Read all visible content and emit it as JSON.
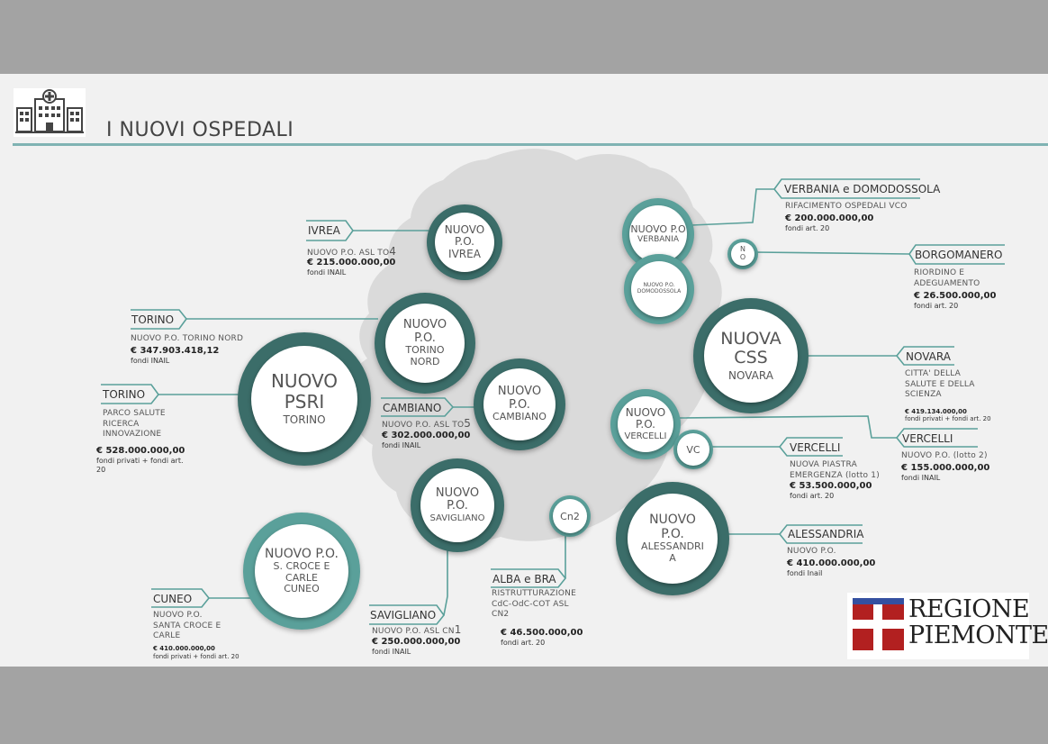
{
  "title": "I NUOVI OSPEDALI",
  "colors": {
    "teal_dark": "#3b6d69",
    "teal_light": "#5aa09a",
    "line": "#5aa09a",
    "background": "#f1f1f1"
  },
  "icons": {
    "header": "hospital-icon",
    "region_flag": "piemonte-flag"
  },
  "bubbles": {
    "ivrea": [
      "NUOVO",
      "P.O.",
      "IVREA"
    ],
    "torino_nord": [
      "NUOVO",
      "P.O.",
      "TORINO",
      "NORD"
    ],
    "psri": [
      "NUOVO",
      "PSRI",
      "TORINO"
    ],
    "cambiano": [
      "NUOVO",
      "P.O.",
      "CAMBIANO"
    ],
    "savigliano": [
      "NUOVO",
      "P.O.",
      "SAVIGLIANO"
    ],
    "cuneo": [
      "NUOVO P.O.",
      "S. CROCE E",
      "CARLE",
      "CUNEO"
    ],
    "cn2": "Cn2",
    "verbania": [
      "NUOVO P.O",
      "VERBANIA"
    ],
    "domodossola": [
      "NUOVO P.O.",
      "DOMODOSSOLA"
    ],
    "no": [
      "N",
      "O"
    ],
    "novara": [
      "NUOVA",
      "CSS",
      "NOVARA"
    ],
    "vercelli": [
      "NUOVO",
      "P.O.",
      "VERCELLI"
    ],
    "vc": "VC",
    "alessandria": [
      "NUOVO",
      "P.O.",
      "ALESSANDRI",
      "A"
    ]
  },
  "labels": {
    "ivrea": {
      "tag": "IVREA",
      "desc": "NUOVO P.O. ASL TO",
      "desc_suffix": "4",
      "amount": "€ 215.000.000,00",
      "fund": "fondi INAIL"
    },
    "torino_nord": {
      "tag": "TORINO",
      "desc": "NUOVO P.O. TORINO NORD",
      "amount": "€ 347.903.418,12",
      "fund": "fondi INAIL"
    },
    "psri": {
      "tag": "TORINO",
      "desc": [
        "PARCO SALUTE",
        "RICERCA",
        "INNOVAZIONE"
      ],
      "amount": "€ 528.000.000,00",
      "fund": [
        "fondi privati + fondi art.",
        "20"
      ]
    },
    "cambiano": {
      "tag": "CAMBIANO",
      "desc": "NUOVO P.O. ASL TO",
      "desc_suffix": "5",
      "amount": "€ 302.000.000,00",
      "fund": "fondi INAIL"
    },
    "savigliano": {
      "tag": "SAVIGLIANO",
      "desc": "NUOVO P.O. ASL CN",
      "desc_suffix": "1",
      "amount": "€ 250.000.000,00",
      "fund": "fondi INAIL"
    },
    "cuneo": {
      "tag": "CUNEO",
      "desc": [
        "NUOVO P.O.",
        "SANTA CROCE E",
        "CARLE"
      ],
      "amount": "€ 410.000.000,00",
      "fund": "fondi privati + fondi art. 20"
    },
    "alba": {
      "tag": "ALBA e BRA",
      "desc": [
        "RISTRUTTURAZIONE",
        "CdC-OdC-COT ASL",
        "CN2"
      ],
      "amount": "€ 46.500.000,00",
      "fund": "fondi art. 20"
    },
    "verbania": {
      "tag": "VERBANIA e DOMODOSSOLA",
      "desc": "RIFACIMENTO OSPEDALI VCO",
      "amount": "€ 200.000.000,00",
      "fund": "fondi art. 20"
    },
    "borgomanero": {
      "tag": "BORGOMANERO",
      "desc": [
        "RIORDINO E",
        "ADEGUAMENTO"
      ],
      "amount": "€ 26.500.000,00",
      "fund": "fondi art. 20"
    },
    "novara": {
      "tag": "NOVARA",
      "desc": [
        "CITTA' DELLA",
        "SALUTE E DELLA",
        "SCIENZA"
      ],
      "amount": "€ 419.134.000,00",
      "fund": "fondi privati + fondi art. 20"
    },
    "vercelli_lotto2": {
      "tag": "VERCELLI",
      "desc": "NUOVO P.O. (lotto 2)",
      "amount": "€ 155.000.000,00",
      "fund": "fondi INAIL"
    },
    "vercelli_lotto1": {
      "tag": "VERCELLI",
      "desc": [
        "NUOVA PIASTRA",
        "EMERGENZA (lotto 1)"
      ],
      "amount": "€ 53.500.000,00",
      "fund": "fondi art. 20"
    },
    "alessandria": {
      "tag": "ALESSANDRIA",
      "desc": "NUOVO P.O.",
      "amount": "€ 410.000.000,00",
      "fund": "fondi Inail"
    }
  },
  "region_logo": {
    "line1": "REGIONE",
    "line2": "PIEMONTE"
  }
}
